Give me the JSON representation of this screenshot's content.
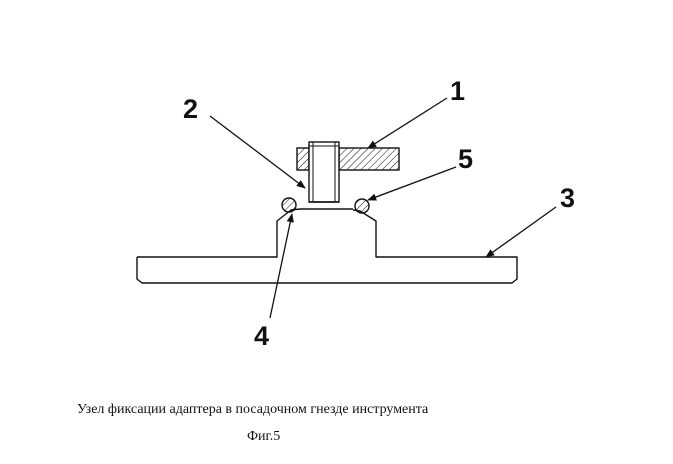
{
  "figure": {
    "caption": "Узел фиксации адаптера в посадочном гнезде инструмента",
    "figure_number": "Фиг.5"
  },
  "callouts": [
    {
      "number": "1"
    },
    {
      "number": "2"
    },
    {
      "number": "3"
    },
    {
      "number": "4"
    },
    {
      "number": "5"
    }
  ],
  "colors": {
    "line": "#111111",
    "background": "#ffffff"
  }
}
